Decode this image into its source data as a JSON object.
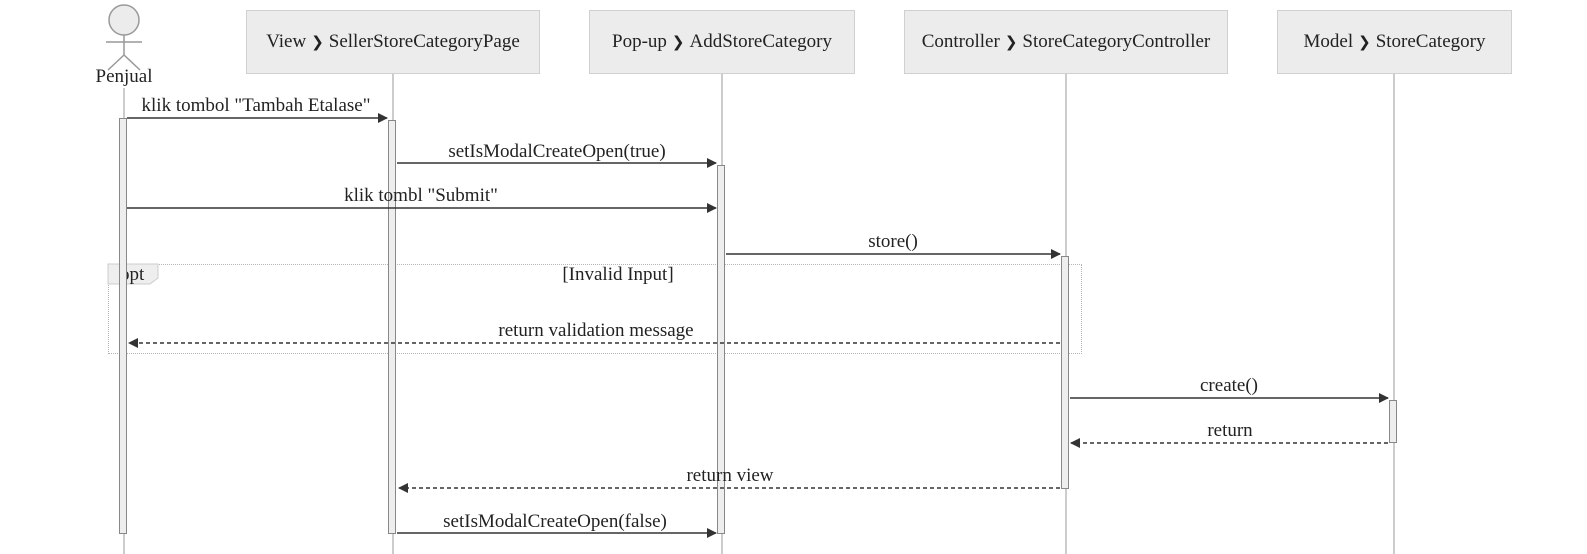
{
  "actor": {
    "label": "Penjual"
  },
  "participants": [
    {
      "type": "View",
      "name": "SellerStoreCategoryPage"
    },
    {
      "type": "Pop-up",
      "name": "AddStoreCategory"
    },
    {
      "type": "Controller",
      "name": "StoreCategoryController"
    },
    {
      "type": "Model",
      "name": "StoreCategory"
    }
  ],
  "separator_glyph": "❯",
  "messages": [
    {
      "label": "klik tombol \"Tambah Etalase\"",
      "from": "Penjual",
      "to": "SellerStoreCategoryPage",
      "kind": "sync"
    },
    {
      "label": "setIsModalCreateOpen(true)",
      "from": "SellerStoreCategoryPage",
      "to": "AddStoreCategory",
      "kind": "sync"
    },
    {
      "label": "klik tombl \"Submit\"",
      "from": "Penjual",
      "to": "AddStoreCategory",
      "kind": "sync"
    },
    {
      "label": "store()",
      "from": "AddStoreCategory",
      "to": "StoreCategoryController",
      "kind": "sync"
    },
    {
      "label": "return validation message",
      "from": "StoreCategoryController",
      "to": "Penjual",
      "kind": "return"
    },
    {
      "label": "create()",
      "from": "StoreCategoryController",
      "to": "StoreCategory",
      "kind": "sync"
    },
    {
      "label": "return",
      "from": "StoreCategory",
      "to": "StoreCategoryController",
      "kind": "return"
    },
    {
      "label": "return view",
      "from": "StoreCategoryController",
      "to": "SellerStoreCategoryPage",
      "kind": "return"
    },
    {
      "label": "setIsModalCreateOpen(false)",
      "from": "SellerStoreCategoryPage",
      "to": "AddStoreCategory",
      "kind": "sync"
    }
  ],
  "fragment": {
    "operator": "opt",
    "guard": "[Invalid Input]"
  },
  "colors": {
    "participant_fill": "#ececec",
    "line": "#cccccc",
    "arrow": "#333333",
    "activation": "#eeeeee"
  }
}
